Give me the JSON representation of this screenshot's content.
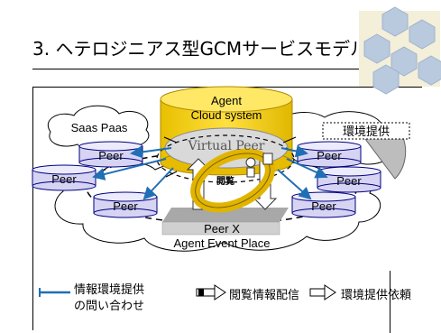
{
  "title": "3. ヘテロジニアス型GCMサービスモデル",
  "agent_cloud": {
    "line1": "Agent",
    "line2": "Cloud system"
  },
  "virtual_peer": "Virtual Peer",
  "saas_paas": "Saas Paas",
  "env_provide": "環境提供",
  "browse": "閲覧",
  "peer_label": "Peer",
  "peer_x": "Peer X",
  "event_place": "Agent Event Place",
  "legend": {
    "info_query_line1": "情報環境提供",
    "info_query_line2": "の問い合わせ",
    "browse_deliver": "閲覧情報配信",
    "env_request": "環境提供依頼"
  },
  "colors": {
    "cylinder": "#ffd400",
    "peer_fill": "#d6d4f2",
    "peer_stroke": "#000080",
    "arrow_blue": "#1f6fb5"
  }
}
